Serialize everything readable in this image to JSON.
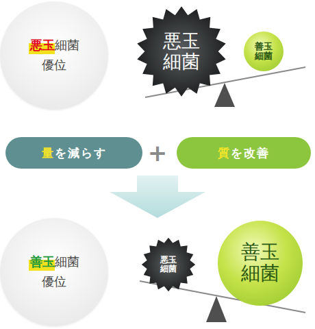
{
  "diagram": {
    "nodes": [
      {
        "text": [
          "悪玉",
          "細菌",
          "優位"
        ]
      },
      {
        "text": [
          "悪玉 細菌"
        ]
      },
      {
        "text": [
          "善玉 細菌"
        ]
      },
      {
        "text": [
          "量",
          "を減らす"
        ]
      },
      {
        "text": [
          "質",
          "を改善"
        ]
      },
      {
        "text": [
          "善玉",
          "細菌",
          "優位"
        ]
      },
      {
        "text": [
          "悪玉 細菌"
        ]
      },
      {
        "text": [
          "善玉 細菌"
        ]
      }
    ],
    "labels": [
      "+"
    ]
  }
}
